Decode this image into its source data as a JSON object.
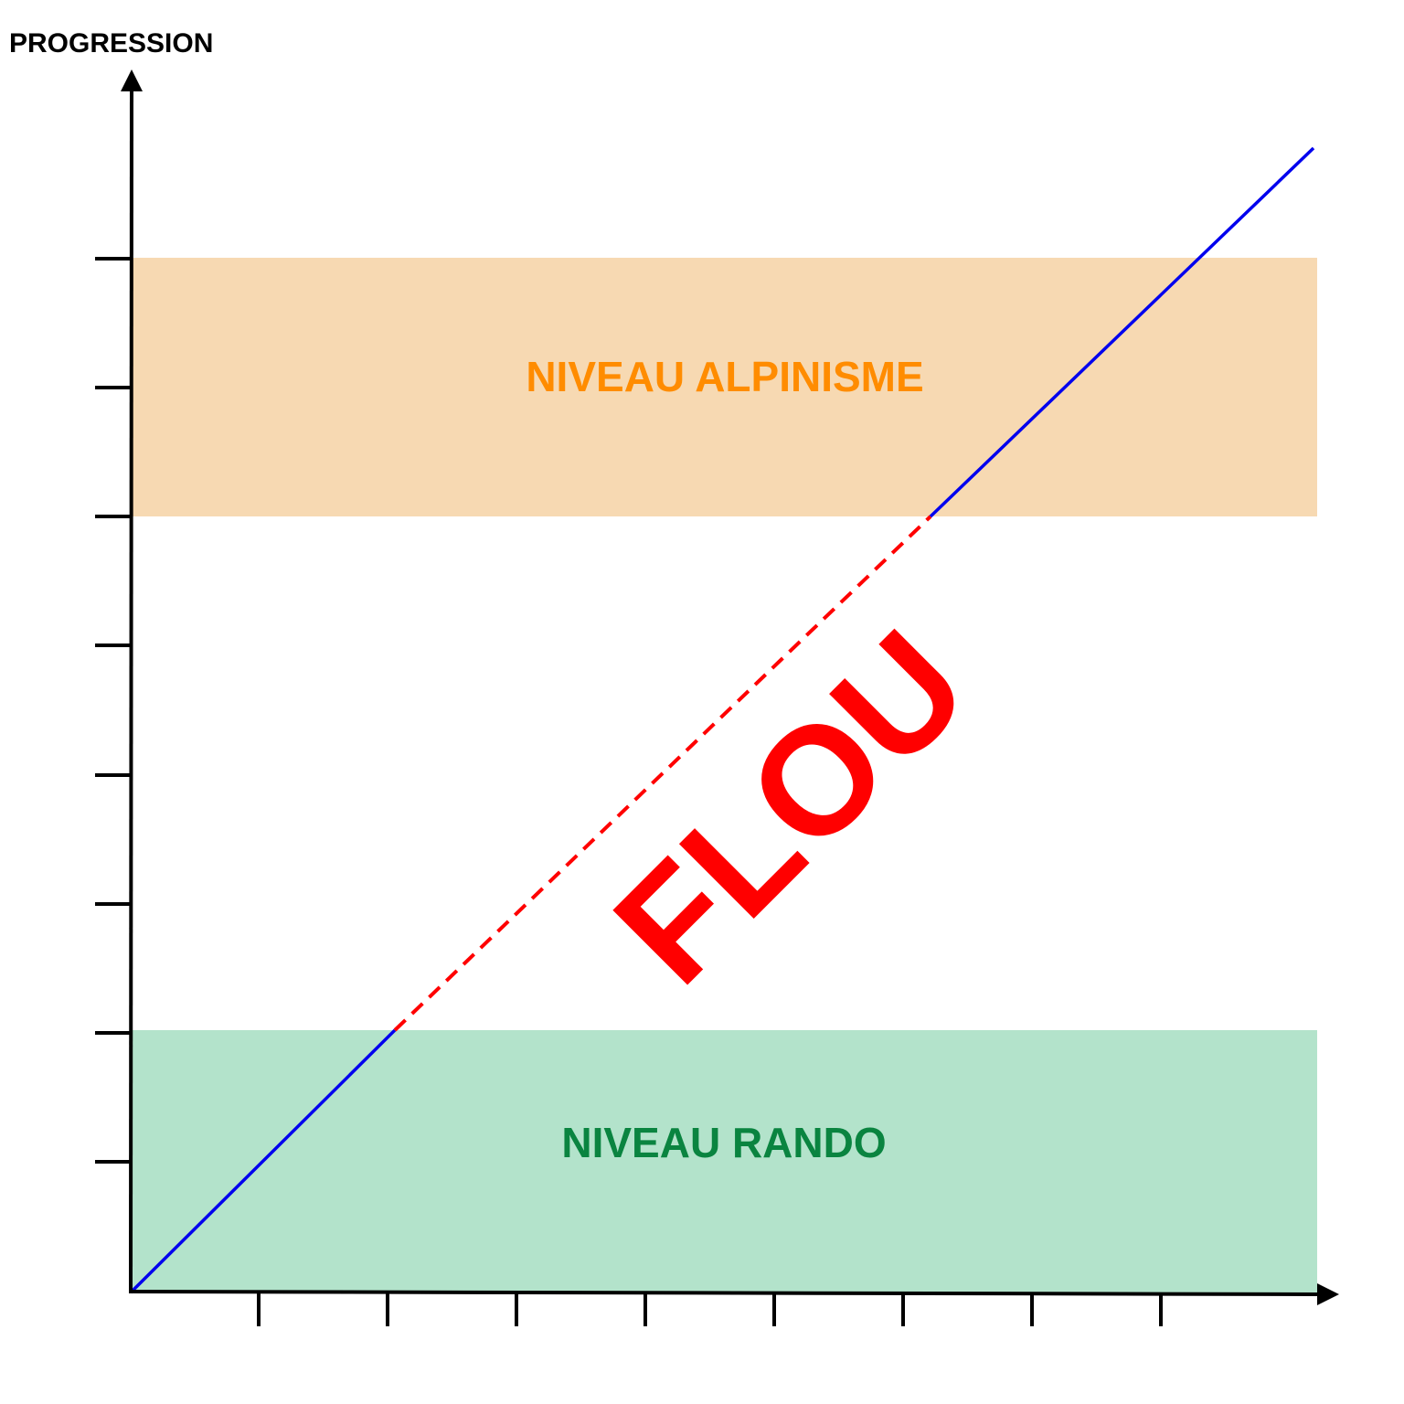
{
  "y_axis_title": "PROGRESSION",
  "bands": {
    "alpinisme": {
      "label": "NIVEAU ALPINISME",
      "fill": "#f7d9b2",
      "text_color": "#ff8c00"
    },
    "rando": {
      "label": "NIVEAU RANDO",
      "fill": "#b3e3cb",
      "text_color": "#0a8440"
    }
  },
  "zone_label": {
    "text": "FLOU",
    "color": "#ff0000"
  },
  "colors": {
    "axis": "#000000",
    "line_solid": "#0000ee",
    "line_dashed": "#ff0000"
  }
}
